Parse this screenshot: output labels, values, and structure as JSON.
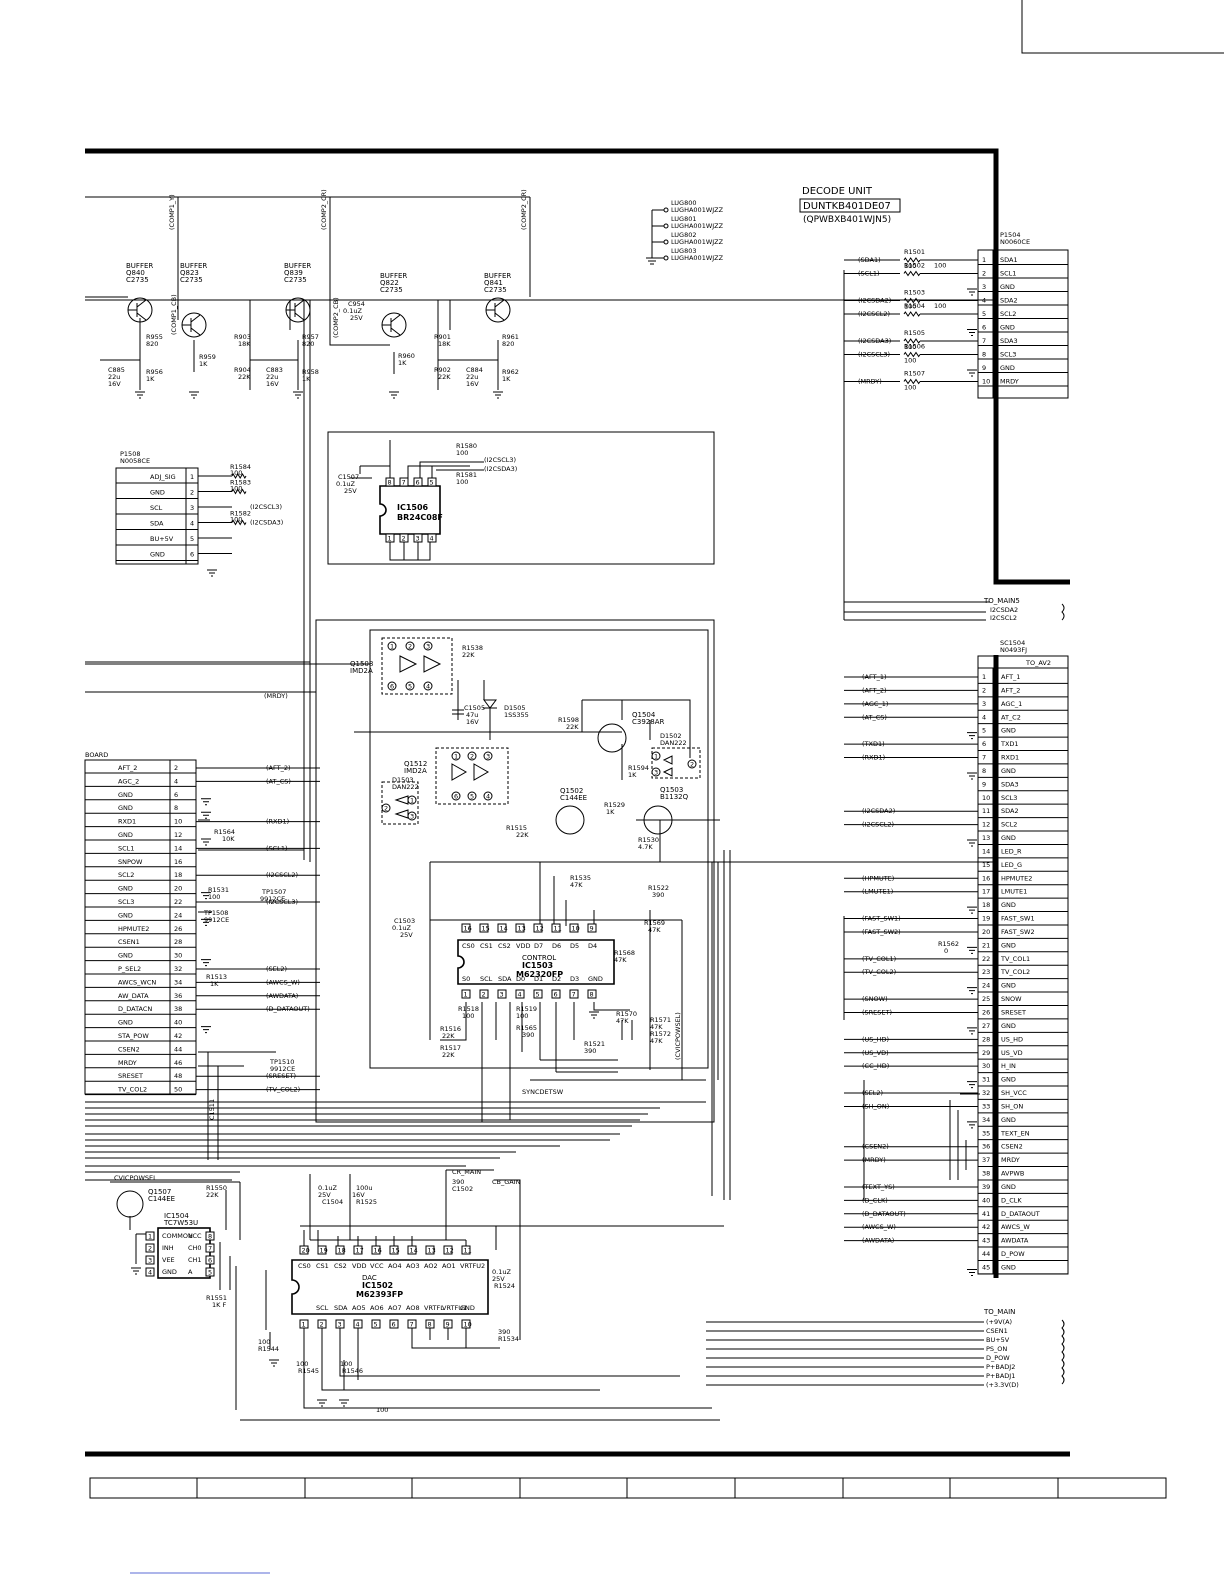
{
  "unit": {
    "title": "DECODE UNIT",
    "part": "DUNTKB401DE07",
    "pwb": "(QPWBXB401WJN5)"
  },
  "lugs": [
    "LUG800",
    "LUGHA001WJZZ",
    "LUG801",
    "LUGHA001WJZZ",
    "LUG802",
    "LUGHA001WJZZ",
    "LUG803",
    "LUGHA001WJZZ"
  ],
  "buffers": [
    {
      "label": "BUFFER",
      "ref": "Q840",
      "part": "C2735"
    },
    {
      "label": "BUFFER",
      "ref": "Q823",
      "part": "C2735"
    },
    {
      "label": "BUFFER",
      "ref": "Q839",
      "part": "C2735"
    },
    {
      "label": "BUFFER",
      "ref": "Q822",
      "part": "C2735"
    },
    {
      "label": "BUFFER",
      "ref": "Q841",
      "part": "C2735"
    }
  ],
  "buffer_nets": [
    "(COMP1_Y)",
    "(COMP1_CB)",
    "(COMP2_CR)",
    "(COMP2_CB)",
    "(COMP2_CR)"
  ],
  "buffer_parts": [
    "R955",
    "820",
    "R956",
    "1K",
    "C885",
    "22u",
    "16V",
    "R959",
    "1K",
    "R903",
    "18K",
    "R904",
    "22K",
    "C883",
    "22u",
    "16V",
    "R957",
    "820",
    "R958",
    "1K",
    "C954",
    "0.1uZ",
    "25V",
    "R960",
    "1K",
    "R901",
    "18K",
    "R902",
    "22K",
    "C884",
    "22u",
    "16V",
    "R961",
    "820",
    "R962",
    "1K"
  ],
  "p1504": {
    "ref": "P1504",
    "part": "N0060CE",
    "pins": [
      {
        "n": "1",
        "name": "SDA1",
        "net": "(SDA1)",
        "r": "R1501",
        "v": "100"
      },
      {
        "n": "2",
        "name": "SCL1",
        "net": "(SCL1)",
        "r": "R1502",
        "v": "100"
      },
      {
        "n": "3",
        "name": "GND",
        "net": "",
        "r": "",
        "v": ""
      },
      {
        "n": "4",
        "name": "SDA2",
        "net": "(I2CSDA2)",
        "r": "R1503",
        "v": "100"
      },
      {
        "n": "5",
        "name": "SCL2",
        "net": "(I2CSCL2)",
        "r": "R1504",
        "v": "100"
      },
      {
        "n": "6",
        "name": "GND",
        "net": "",
        "r": "",
        "v": ""
      },
      {
        "n": "7",
        "name": "SDA3",
        "net": "(I2CSDA3)",
        "r": "R1505",
        "v": "100"
      },
      {
        "n": "8",
        "name": "SCL3",
        "net": "(I2CSCL3)",
        "r": "R1506",
        "v": "100"
      },
      {
        "n": "9",
        "name": "GND",
        "net": "",
        "r": "",
        "v": ""
      },
      {
        "n": "10",
        "name": "MRDY",
        "net": "(MRDY)",
        "r": "R1507",
        "v": "100"
      }
    ]
  },
  "p1508": {
    "ref": "P1508",
    "part": "N0058CE",
    "pins": [
      {
        "n": "1",
        "name": "ADJ_SIG",
        "r": "R1584",
        "v": "100",
        "net": ""
      },
      {
        "n": "2",
        "name": "GND",
        "r": "R1583",
        "v": "100",
        "net": ""
      },
      {
        "n": "3",
        "name": "SCL",
        "r": "",
        "v": "",
        "net": "(I2CSCL3)"
      },
      {
        "n": "4",
        "name": "SDA",
        "r": "R1582",
        "v": "100",
        "net": "(I2CSDA3)"
      },
      {
        "n": "5",
        "name": "BU+5V",
        "r": "",
        "v": "",
        "net": ""
      },
      {
        "n": "6",
        "name": "GND",
        "r": "",
        "v": "",
        "net": ""
      }
    ]
  },
  "ic1506": {
    "ref": "IC1506",
    "part": "BR24C08F",
    "top_pins": [
      "8",
      "7",
      "6",
      "5"
    ],
    "bottom_pins": [
      "1",
      "2",
      "3",
      "4"
    ],
    "cap": [
      "C1507",
      "0.1uZ",
      "25V"
    ],
    "res": [
      "R1580",
      "100",
      "R1581",
      "100"
    ],
    "nets": [
      "(I2CSCL3)",
      "(I2CSDA3)"
    ]
  },
  "to_main5": {
    "label": "TO_MAIN5",
    "nets": [
      "I2CSDA2",
      "I2CSCL2"
    ]
  },
  "sc1504": {
    "ref": "SC1504",
    "part": "N0493FJ",
    "label": "TO_AV2",
    "pins": [
      {
        "n": "1",
        "name": "AFT_1",
        "net": "(AFT_1)"
      },
      {
        "n": "2",
        "name": "AFT_2",
        "net": "(AFT_2)"
      },
      {
        "n": "3",
        "name": "AGC_1",
        "net": "(AGC_1)"
      },
      {
        "n": "4",
        "name": "AT_C2",
        "net": "(AT_CS)"
      },
      {
        "n": "5",
        "name": "GND",
        "net": ""
      },
      {
        "n": "6",
        "name": "TXD1",
        "net": "(TXD1)"
      },
      {
        "n": "7",
        "name": "RXD1",
        "net": "(RXD1)"
      },
      {
        "n": "8",
        "name": "GND",
        "net": ""
      },
      {
        "n": "9",
        "name": "SDA3",
        "net": ""
      },
      {
        "n": "10",
        "name": "SCL3",
        "net": ""
      },
      {
        "n": "11",
        "name": "SDA2",
        "net": "(I2CSDA2)"
      },
      {
        "n": "12",
        "name": "SCL2",
        "net": "(I2CSCL2)"
      },
      {
        "n": "13",
        "name": "GND",
        "net": ""
      },
      {
        "n": "14",
        "name": "LED_R",
        "net": ""
      },
      {
        "n": "15",
        "name": "LED_G",
        "net": ""
      },
      {
        "n": "16",
        "name": "HPMUTE2",
        "net": "(HPMUTE)"
      },
      {
        "n": "17",
        "name": "LMUTE1",
        "net": "(LMUTE1)"
      },
      {
        "n": "18",
        "name": "GND",
        "net": ""
      },
      {
        "n": "19",
        "name": "FAST_SW1",
        "net": "(FAST_SW1)"
      },
      {
        "n": "20",
        "name": "FAST_SW2",
        "net": "(FAST_SW2)"
      },
      {
        "n": "21",
        "name": "GND",
        "net": ""
      },
      {
        "n": "22",
        "name": "TV_COL1",
        "net": "(TV_COL1)"
      },
      {
        "n": "23",
        "name": "TV_COL2",
        "net": "(TV_COL2)"
      },
      {
        "n": "24",
        "name": "GND",
        "net": ""
      },
      {
        "n": "25",
        "name": "SNOW",
        "net": "(SNOW)"
      },
      {
        "n": "26",
        "name": "SRESET",
        "net": "(SRESET)"
      },
      {
        "n": "27",
        "name": "GND",
        "net": ""
      },
      {
        "n": "28",
        "name": "US_HD",
        "net": "(US_HD)"
      },
      {
        "n": "29",
        "name": "US_VD",
        "net": "(US_VD)"
      },
      {
        "n": "30",
        "name": "H_IN",
        "net": "(CC_HD)"
      },
      {
        "n": "31",
        "name": "GND",
        "net": ""
      },
      {
        "n": "32",
        "name": "SH_VCC",
        "net": "(SEL2)"
      },
      {
        "n": "33",
        "name": "SH_ON",
        "net": "(SH_ON)"
      },
      {
        "n": "34",
        "name": "GND",
        "net": ""
      },
      {
        "n": "35",
        "name": "TEXT_EN",
        "net": ""
      },
      {
        "n": "36",
        "name": "CSEN2",
        "net": "(CSEN2)"
      },
      {
        "n": "37",
        "name": "MRDY",
        "net": "(MRDY)"
      },
      {
        "n": "38",
        "name": "AVPWB",
        "net": ""
      },
      {
        "n": "39",
        "name": "GND",
        "net": "(TEXT_YS)"
      },
      {
        "n": "40",
        "name": "D_CLK",
        "net": "(D_CLK)"
      },
      {
        "n": "41",
        "name": "D_DATAOUT",
        "net": "(D_DATAOUT)"
      },
      {
        "n": "42",
        "name": "AWCS_W",
        "net": "(AWCS_W)"
      },
      {
        "n": "43",
        "name": "AWDATA",
        "net": "(AWDATA)"
      },
      {
        "n": "44",
        "name": "D_POW",
        "net": ""
      },
      {
        "n": "45",
        "name": "GND",
        "net": ""
      }
    ],
    "r1562": [
      "R1562",
      "0"
    ]
  },
  "board": {
    "label": "BOARD",
    "pins": [
      {
        "n": "2",
        "name": "AFT_2",
        "net": "(AFT_2)"
      },
      {
        "n": "4",
        "name": "AGC_2",
        "net": "(AT_CS)"
      },
      {
        "n": "6",
        "name": "GND",
        "net": ""
      },
      {
        "n": "8",
        "name": "GND",
        "net": ""
      },
      {
        "n": "10",
        "name": "RXD1",
        "net": "(RXD1)"
      },
      {
        "n": "12",
        "name": "GND",
        "net": ""
      },
      {
        "n": "14",
        "name": "SCL1",
        "net": "(SCL1)"
      },
      {
        "n": "16",
        "name": "SNPOW",
        "net": ""
      },
      {
        "n": "18",
        "name": "SCL2",
        "net": "(I2CSCL2)"
      },
      {
        "n": "20",
        "name": "GND",
        "net": ""
      },
      {
        "n": "22",
        "name": "SCL3",
        "net": "(I2CSCL3)"
      },
      {
        "n": "24",
        "name": "GND",
        "net": ""
      },
      {
        "n": "26",
        "name": "HPMUTE2",
        "net": ""
      },
      {
        "n": "28",
        "name": "CSEN1",
        "net": ""
      },
      {
        "n": "30",
        "name": "GND",
        "net": ""
      },
      {
        "n": "32",
        "name": "P_SEL2",
        "net": "(SEL2)"
      },
      {
        "n": "34",
        "name": "AWCS_WCN",
        "net": "(AWCS_W)"
      },
      {
        "n": "36",
        "name": "AW_DATA",
        "net": "(AWDATA)"
      },
      {
        "n": "38",
        "name": "D_DATACN",
        "net": "(D_DATAOUT)"
      },
      {
        "n": "40",
        "name": "GND",
        "net": ""
      },
      {
        "n": "42",
        "name": "STA_POW",
        "net": ""
      },
      {
        "n": "44",
        "name": "CSEN2",
        "net": ""
      },
      {
        "n": "46",
        "name": "MRDY",
        "net": ""
      },
      {
        "n": "48",
        "name": "SRESET",
        "net": "(SRESET)"
      },
      {
        "n": "50",
        "name": "TV_COL2",
        "net": "(TV_COL2)"
      }
    ],
    "parts": [
      "R1564",
      "10K",
      "R1531",
      "100",
      "TP1507",
      "9912CE",
      "TP1508",
      "9912CE",
      "R1513",
      "1K",
      "TP1510",
      "9912CE"
    ]
  },
  "control": {
    "q1508": [
      "Q1508",
      "IMD2A"
    ],
    "r1538": [
      "R1538",
      "22K"
    ],
    "c1505": [
      "C1505",
      "47u",
      "16V"
    ],
    "d1505": [
      "D1505",
      "1SS355"
    ],
    "r1598": [
      "R1598",
      "22K"
    ],
    "q1504": [
      "Q1504",
      "C3928AR"
    ],
    "d1502": [
      "D1502",
      "DAN222"
    ],
    "r1594": [
      "R1594",
      "1K"
    ],
    "q1503": [
      "Q1503",
      "B1132Q"
    ],
    "q1512": [
      "Q1512",
      "IMD2A"
    ],
    "d1503": [
      "D1503",
      "DAN222"
    ],
    "q1502": [
      "Q1502",
      "C144EE"
    ],
    "r1529": [
      "R1529",
      "1K"
    ],
    "r1515": [
      "R1515",
      "22K"
    ],
    "r1530": [
      "R1530",
      "4.7K"
    ],
    "mrdy": "(MRDY)"
  },
  "ic1503": {
    "label": "CONTROL",
    "ref": "IC1503",
    "part": "M62320FP",
    "top_pins": [
      "16",
      "15",
      "14",
      "13",
      "12",
      "11",
      "10",
      "9"
    ],
    "top_names": [
      "CS0",
      "CS1",
      "CS2",
      "VDD",
      "D7",
      "D6",
      "D5",
      "D4"
    ],
    "bottom_pins": [
      "1",
      "2",
      "3",
      "4",
      "5",
      "6",
      "7",
      "8"
    ],
    "bottom_names": [
      "S0",
      "SCL",
      "SDA",
      "D0",
      "D1",
      "D2",
      "D3",
      "GND"
    ],
    "parts": [
      "R1535",
      "47K",
      "R1522",
      "390",
      "C1503",
      "0.1uZ",
      "25V",
      "R1569",
      "47K",
      "R1568",
      "47K",
      "R1570",
      "47K",
      "R1571",
      "47K",
      "R1572",
      "47K",
      "R1518",
      "100",
      "R1516",
      "22K",
      "R1517",
      "22K",
      "R1519",
      "100",
      "R1565",
      "390",
      "R1521",
      "390"
    ],
    "nets": [
      "(CVICPOWSEL)",
      "SYNCDETSW"
    ]
  },
  "ic1504": {
    "ref": "IC1504",
    "part": "TC7W53U",
    "left_names": [
      "COMMON",
      "INH",
      "VEE",
      "GND"
    ],
    "left_pins": [
      "1",
      "2",
      "3",
      "4"
    ],
    "right_names": [
      "VCC",
      "CH0",
      "CH1",
      "A"
    ],
    "right_pins": [
      "8",
      "7",
      "6",
      "5"
    ],
    "q1507": [
      "Q1507",
      "C144EE"
    ],
    "r1550": [
      "R1550",
      "22K"
    ],
    "r1551": [
      "R1551",
      "1K F"
    ],
    "net": "CVICPOWSEL"
  },
  "ic1502": {
    "label": "DAC",
    "ref": "IC1502",
    "part": "M62393FP",
    "top_pins": [
      "20",
      "19",
      "18",
      "17",
      "16",
      "15",
      "14",
      "13",
      "12",
      "11"
    ],
    "top_names": [
      "CS0",
      "CS1",
      "CS2",
      "VDD",
      "VCC",
      "AO4",
      "AO3",
      "AO2",
      "AO1",
      "VRTFU2"
    ],
    "bottom_pins": [
      "1",
      "2",
      "3",
      "4",
      "5",
      "6",
      "7",
      "8",
      "9",
      "10"
    ],
    "bottom_names": [
      "SCL",
      "SDA",
      "AO5",
      "AO6",
      "AO7",
      "AO8",
      "VRTFL",
      "VRTFU1",
      "GND"
    ],
    "parts": [
      "C1511",
      "0.1uZ",
      "25V",
      "C1504",
      "100u",
      "16V",
      "R1525",
      "390",
      "C1502",
      "0.1uZ",
      "25V",
      "R1524",
      "390",
      "R1534",
      "100",
      "R1544",
      "100",
      "R1545",
      "100",
      "R1546",
      "100"
    ],
    "nets": [
      "CR_MAIN",
      "CB_GAIN"
    ]
  },
  "to_main": {
    "label": "TO_MAIN",
    "nets": [
      "(+9V(A)",
      "CSEN1",
      "BU+5V",
      "PS_ON",
      "D_POW",
      "P+BADJ2",
      "P+BADJ1",
      "(+3.3V(D)"
    ]
  }
}
